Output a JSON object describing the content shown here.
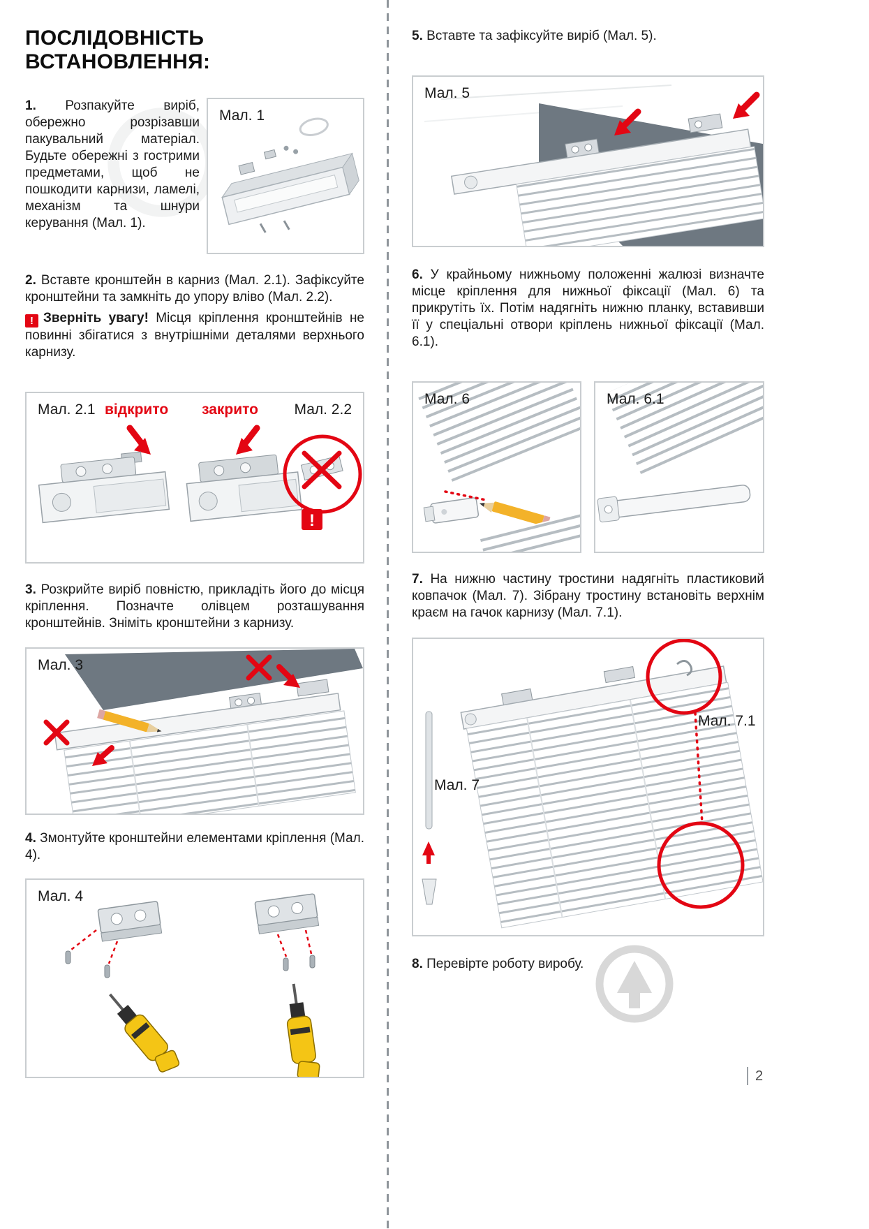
{
  "page": {
    "title": "ПОСЛІДОВНІСТЬ ВСТАНОВЛЕННЯ:",
    "number": "2"
  },
  "steps": [
    {
      "num": "1.",
      "text": "Розпакуйте виріб, обережно розрізавши пакувальний матеріал. Будьте обережні з гострими предметами, щоб не пошкодити карнизи, ламелі, механізм та шнури керування (Мал. 1)."
    },
    {
      "num": "2.",
      "text": "Вставте кронштейн в карниз (Мал. 2.1). Зафіксуйте кронштейни та замкніть до упору вліво (Мал. 2.2)."
    },
    {
      "num": "3.",
      "text": "Розкрийте виріб повністю, прикладіть його до місця кріплення. Позначте олівцем розташування кронштейнів. Зніміть кронштейни з карнизу."
    },
    {
      "num": "4.",
      "text": "Змонтуйте кронштейни елементами кріплення (Мал. 4)."
    },
    {
      "num": "5.",
      "text": "Вставте та зафіксуйте виріб (Мал. 5)."
    },
    {
      "num": "6.",
      "text": "У крайньому нижньому положенні жалюзі визначте місце кріплення для нижньої фіксації (Мал. 6) та прикрутіть їх. Потім надягніть нижню планку, вставивши її у спеціальні отвори кріплень нижньої фіксації (Мал. 6.1)."
    },
    {
      "num": "7.",
      "text": "На нижню частину тростини надягніть пластиковий ковпачок (Мал. 7). Зібрану тростину встановіть верхнім краєм на гачок карнизу (Мал. 7.1)."
    },
    {
      "num": "8.",
      "text": "Перевірте роботу виробу."
    }
  ],
  "warning": {
    "icon": "!",
    "title": "Зверніть увагу!",
    "text": "Місця кріплення кронштейнів не повинні збігатися з внутрішніми деталями верхнього карнизу."
  },
  "figures": {
    "f1": {
      "label": "Мал. 1"
    },
    "f2": {
      "label_left": "Мал. 2.1",
      "open_label": "відкрито",
      "closed_label": "закрито",
      "label_right": "Мал. 2.2",
      "alert": "!"
    },
    "f3": {
      "label": "Мал. 3"
    },
    "f4": {
      "label": "Мал. 4"
    },
    "f5": {
      "label": "Мал. 5"
    },
    "f6": {
      "label": "Мал. 6"
    },
    "f6_1": {
      "label": "Мал. 6.1"
    },
    "f7": {
      "label": "Мал. 7",
      "label_detail": "Мал. 7.1"
    }
  },
  "colors": {
    "accent_red": "#e30613",
    "figure_border": "#c9cdd0",
    "dark_band": "#6e7881"
  }
}
